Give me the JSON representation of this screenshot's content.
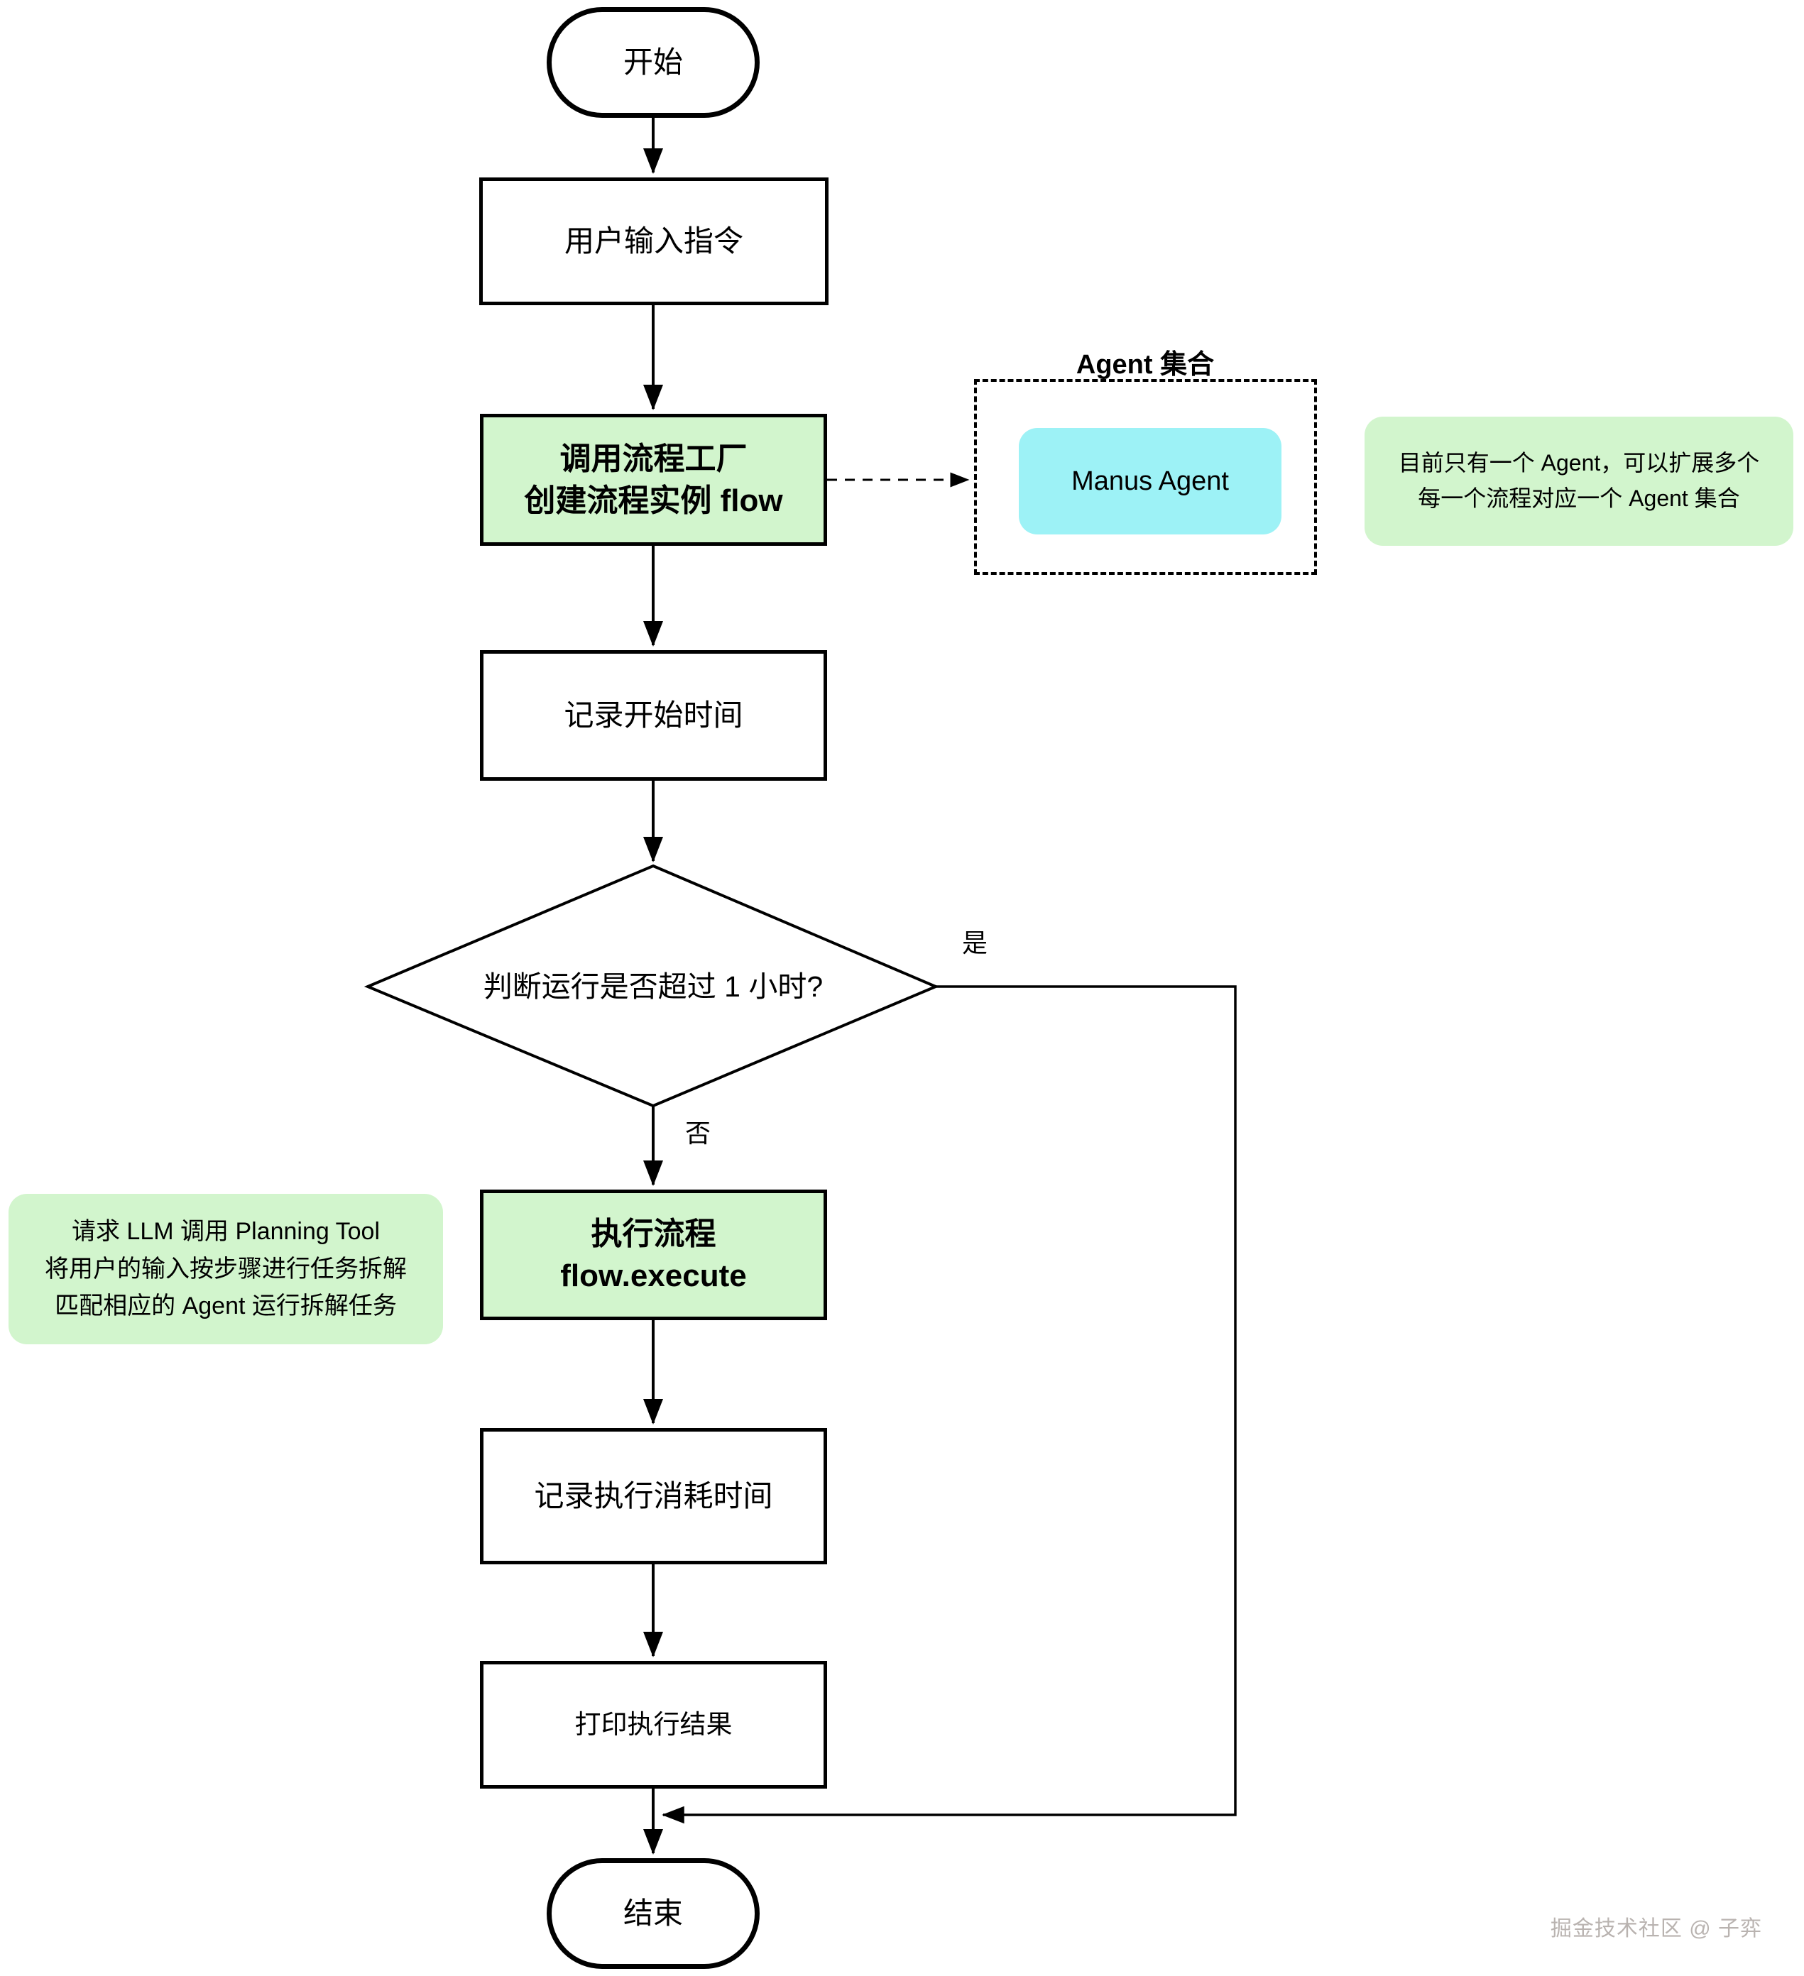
{
  "flowchart": {
    "nodes": {
      "start": {
        "label": "开始"
      },
      "user_input": {
        "label": "用户输入指令"
      },
      "create_flow": {
        "lines": [
          "调用流程工厂",
          "创建流程实例 flow"
        ]
      },
      "record_start": {
        "label": "记录开始时间"
      },
      "decision": {
        "label": "判断运行是否超过 1 小时?"
      },
      "execute_flow": {
        "lines": [
          "执行流程",
          "flow.execute"
        ]
      },
      "record_elapsed": {
        "label": "记录执行消耗时间"
      },
      "print_result": {
        "label": "打印执行结果"
      },
      "end": {
        "label": "结束"
      }
    },
    "edges": {
      "yes_label": "是",
      "no_label": "否"
    },
    "agent_group": {
      "title": "Agent 集合",
      "agents": [
        {
          "label": "Manus Agent"
        }
      ]
    },
    "notes": {
      "agent_note": {
        "lines": [
          "目前只有一个 Agent，可以扩展多个",
          "每一个流程对应一个 Agent 集合"
        ]
      },
      "planning_note": {
        "lines": [
          "请求 LLM 调用 Planning Tool",
          "将用户的输入按步骤进行任务拆解",
          "匹配相应的 Agent 运行拆解任务"
        ]
      }
    },
    "watermark": "掘金技术社区 @ 子弈",
    "colors": {
      "highlight_fill": "#d2f5cd",
      "agent_fill": "#9df2f6",
      "note_fill": "#d2f5cd",
      "line": "#000000",
      "background": "#ffffff",
      "watermark_text": "#b9b3b0"
    }
  }
}
